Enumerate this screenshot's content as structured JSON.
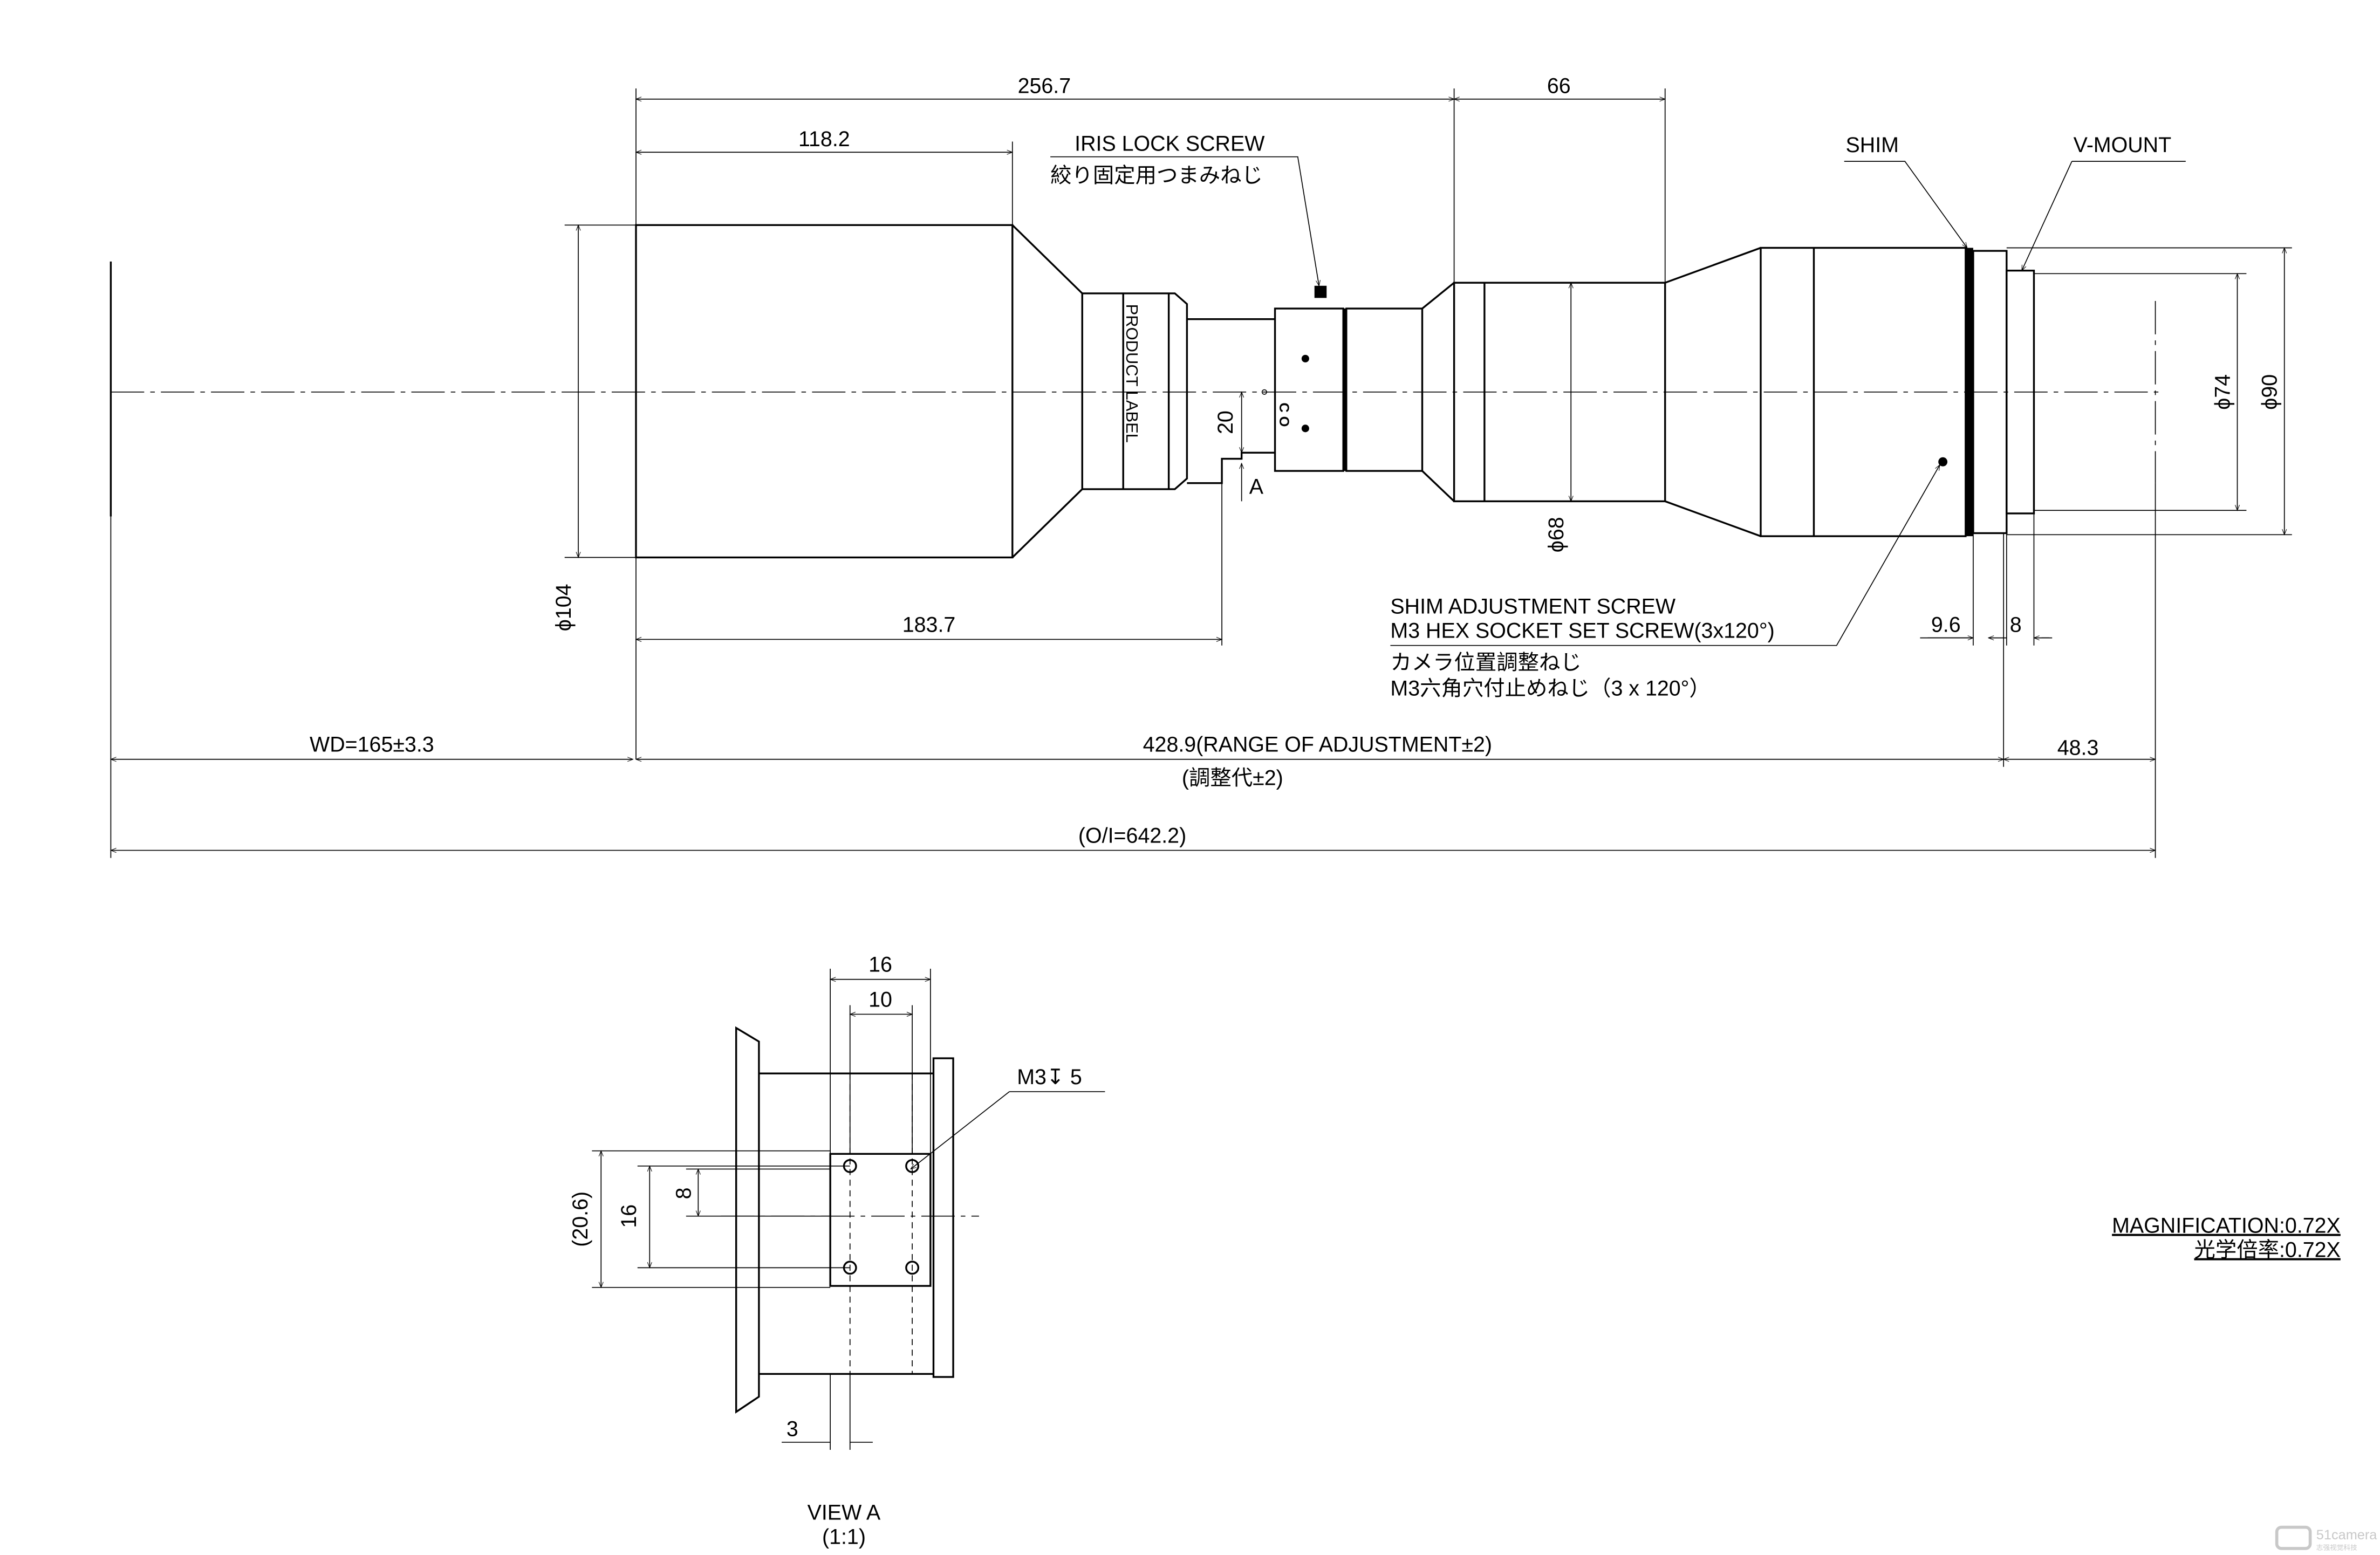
{
  "main_view": {
    "dims": {
      "total_length": "256.7",
      "rear_section": "66",
      "front_barrel": "118.2",
      "front_diameter": "ϕ104",
      "to_view_a": "183.7",
      "working_distance": "WD=165±3.3",
      "adjustment_range": "428.9(RANGE OF ADJUSTMENT±2)",
      "adjustment_range_jp": "(調整代±2)",
      "back_length": "48.3",
      "object_to_image": "(O/I=642.2)",
      "mid_diameter": "ϕ68",
      "mount_d74": "ϕ74",
      "mount_d90": "ϕ90",
      "shim_offset": "9.6",
      "mount_width": "8",
      "step_height": "20"
    },
    "labels": {
      "iris_lock_en": "IRIS LOCK SCREW",
      "iris_lock_jp": "絞り固定用つまみねじ",
      "product_label": "PRODUCT LABEL",
      "shim": "SHIM",
      "v_mount": "V-MOUNT",
      "shim_screw_en1": "SHIM ADJUSTMENT SCREW",
      "shim_screw_en2": "M3 HEX SOCKET SET SCREW(3x120°)",
      "shim_screw_jp1": "カメラ位置調整ねじ",
      "shim_screw_jp2": "M3六角穴付止めねじ（3 x 120°）",
      "view_marker": "A",
      "iris_mark": "C O"
    }
  },
  "view_a": {
    "title": "VIEW A",
    "scale": "(1:1)",
    "dims": {
      "w16": "16",
      "w10": "10",
      "h206": "(20.6)",
      "h16": "16",
      "h8": "8",
      "offset3": "3"
    },
    "thread_callout": "M3↧ 5"
  },
  "notes": {
    "magnification_en": "MAGNIFICATION:0.72X",
    "magnification_jp": "光学倍率:0.72X"
  },
  "watermark": {
    "brand": "51camera",
    "sub": "志强视觉科技"
  }
}
